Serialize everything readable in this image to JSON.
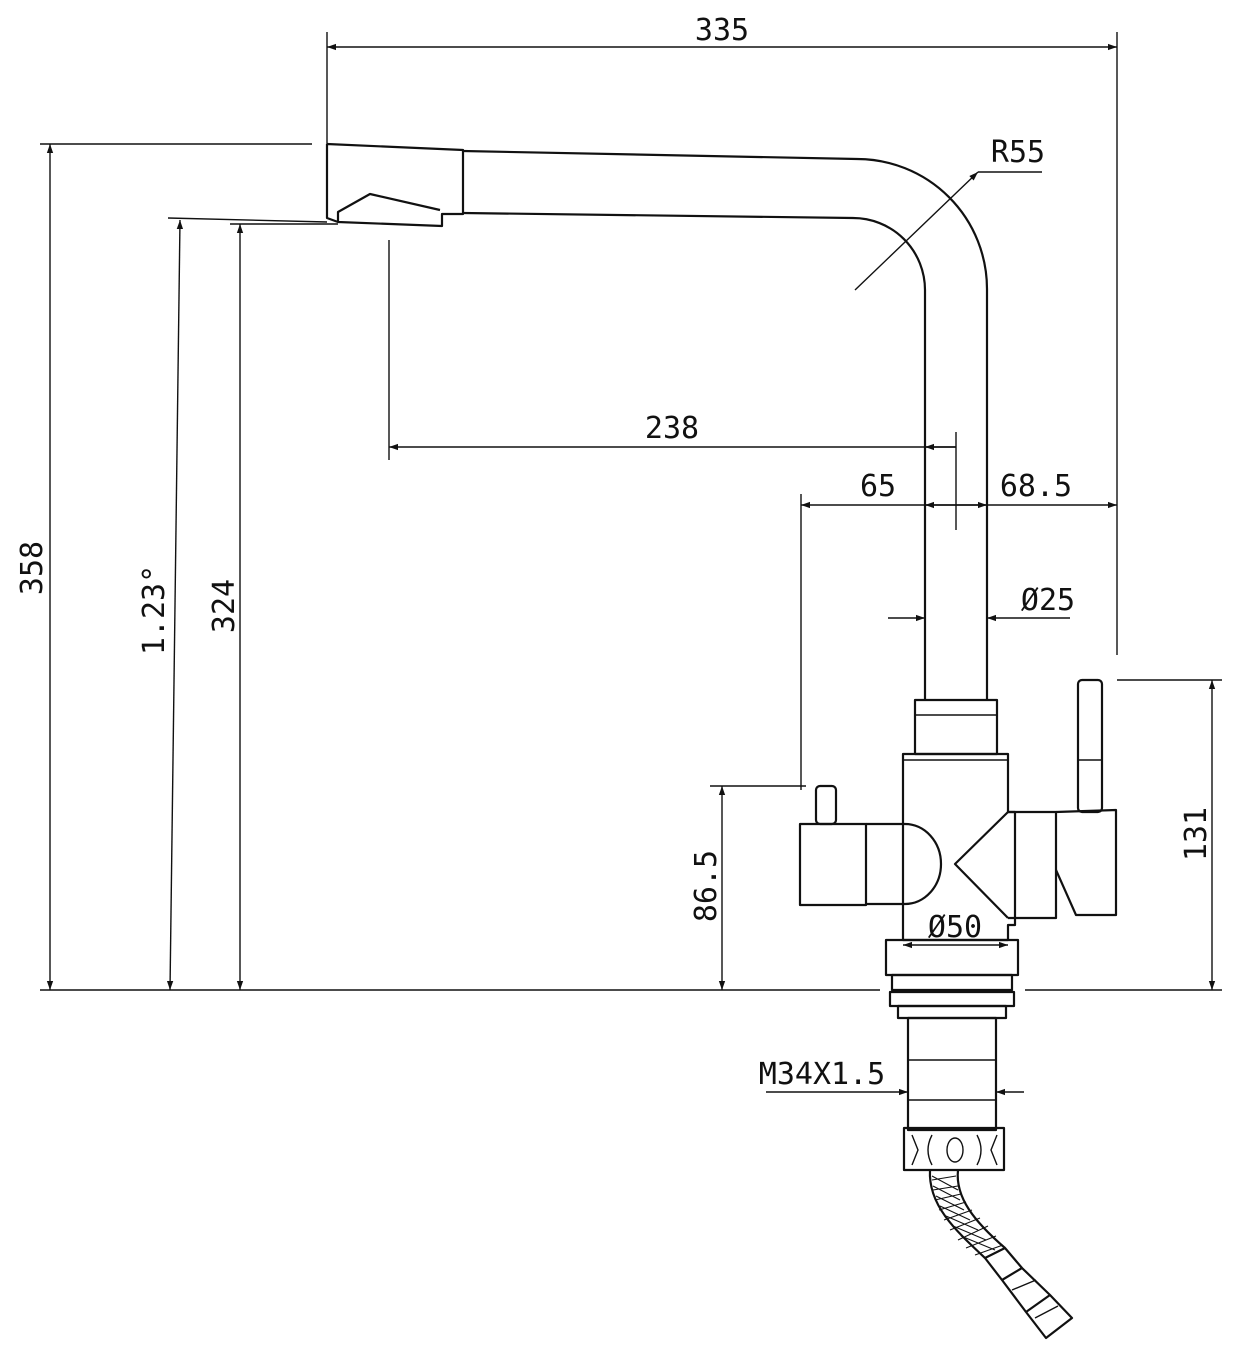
{
  "dimensions": {
    "overall_width": "335",
    "overall_height": "358",
    "outlet_height": "324",
    "tilt_angle": "1.23°",
    "spout_reach": "238",
    "left_offset": "65",
    "right_offset": "68.5",
    "bend_radius": "R55",
    "tube_diameter": "Ø25",
    "body_diameter": "Ø50",
    "right_handle_height": "131",
    "left_handle_height": "86.5",
    "thread": "M34X1.5"
  },
  "colors": {
    "line": "#111111",
    "background": "#ffffff"
  }
}
